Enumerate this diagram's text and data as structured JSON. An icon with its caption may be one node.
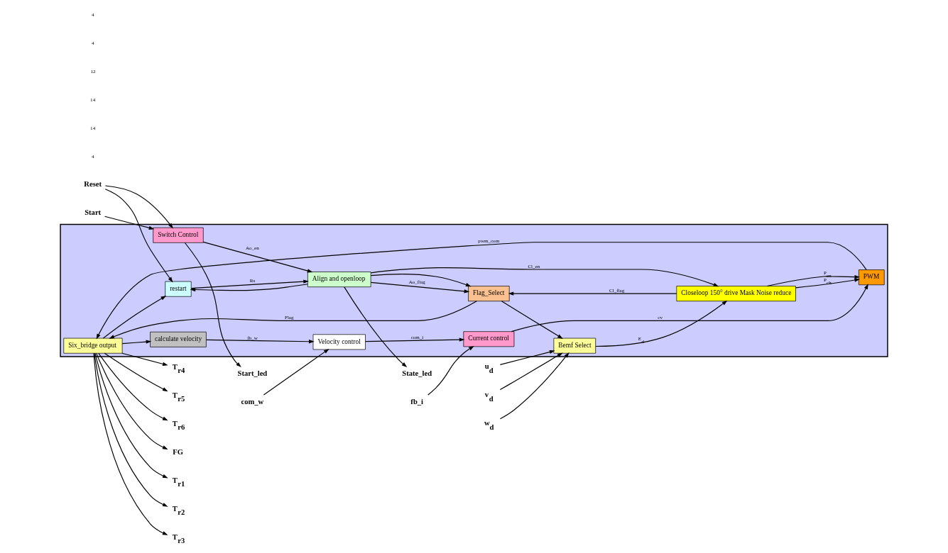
{
  "diagram": {
    "nodes": [
      {
        "text": [],
        "shape": "box"
      },
      {
        "text": [
          "Six_bridge output"
        ],
        "in": 0
      },
      {
        "text": [
          "calculate velocity"
        ],
        "in": 0
      },
      {
        "text": [
          "Velocity control"
        ],
        "in": 0
      },
      {
        "text": [
          "Flag_Select"
        ],
        "in": 0
      },
      {
        "text": [
          "restart"
        ],
        "in": 0
      },
      {
        "text": [
          "PWM"
        ],
        "in": 0
      },
      {
        "text": [
          "Current control"
        ],
        "in": 0
      },
      {
        "text": [
          "Switch Control"
        ],
        "in": 0
      },
      {
        "text": [
          "Align and openloop"
        ],
        "in": 0
      },
      {
        "text": [
          "Closeloop 150° drive Mask Noise reduce"
        ],
        "in": 0
      },
      {
        "text": [
          "Bemf Select"
        ],
        "in": 0
      },
      {
        "text": [
          "FG"
        ]
      },
      {
        "text": [
          "T$_{r1}$"
        ]
      },
      {
        "text": [
          "T$_{r2}$"
        ]
      },
      {
        "text": [
          "T$_{r3}$"
        ]
      },
      {
        "text": [
          "T$_{r4}$"
        ]
      },
      {
        "text": [
          "T$_{r5}$"
        ]
      },
      {
        "text": [
          "T$_{r6}$"
        ]
      },
      {
        "text": [
          "Reset"
        ]
      },
      {
        "text": [
          "Start"
        ]
      },
      {
        "text": [
          "Start_led"
        ]
      },
      {
        "text": [
          "State_led"
        ]
      },
      {
        "text": [
          "com_w"
        ]
      },
      {
        "text": [
          "fb_i"
        ]
      },
      {
        "text": [
          "u$_{d}$"
        ]
      },
      {
        "text": [
          "v$_{d}$"
        ]
      },
      {
        "text": [
          "w$_{d}$"
        ]
      }
    ],
    "edges": [
      {
        "from": 1,
        "to": 12,
        "arrow": "to"
      },
      {
        "from": 1,
        "to": 13,
        "arrow": "to"
      },
      {
        "from": 1,
        "to": 14,
        "arrow": "to"
      },
      {
        "from": 1,
        "to": 15,
        "arrow": "to"
      },
      {
        "from": 1,
        "to": 16,
        "arrow": "to"
      },
      {
        "from": 1,
        "to": 17,
        "arrow": "to"
      },
      {
        "from": 1,
        "to": 18,
        "arrow": "to"
      },
      {
        "from": 1,
        "to": 2,
        "arrow": "to"
      },
      {
        "from": 1,
        "to": 5,
        "arrow": "to"
      },
      {
        "from": 6,
        "to": 1,
        "label": "pwm_com",
        "arrow": "to"
      },
      {
        "from": 4,
        "to": 1,
        "label": "Flag",
        "arrow": "to"
      },
      {
        "from": 4,
        "to": 11,
        "arrow": "to"
      },
      {
        "from": 2,
        "to": 3,
        "label": "fb_w",
        "arrow": "to"
      },
      {
        "from": 23,
        "to": 3,
        "arrow": "to"
      },
      {
        "from": 3,
        "to": 7,
        "label": "com_i",
        "arrow": "to"
      },
      {
        "from": 7,
        "to": 6,
        "label": "cv",
        "arrow": "to"
      },
      {
        "from": 24,
        "to": 7,
        "arrow": "to"
      },
      {
        "from": 19,
        "to": 5,
        "arrow": "to"
      },
      {
        "from": 19,
        "to": 8,
        "arrow": "to"
      },
      {
        "from": 20,
        "to": 8,
        "arrow": "to"
      },
      {
        "from": 5,
        "to": 9,
        "label": "Rs",
        "arrow": "to"
      },
      {
        "from": 8,
        "to": 9,
        "label": "Ao_en",
        "arrow": "to"
      },
      {
        "from": 8,
        "to": 21,
        "arrow": "to"
      },
      {
        "from": 9,
        "to": 4,
        "label": "Ao_flag",
        "arrow": "to"
      },
      {
        "from": 9,
        "to": 10,
        "label": "Cl_en",
        "arrow": "to"
      },
      {
        "from": 9,
        "to": 4,
        "arrow": "to"
      },
      {
        "from": 9,
        "to": 5,
        "arrow": "to"
      },
      {
        "from": 9,
        "to": 22,
        "arrow": "to"
      },
      {
        "from": 10,
        "to": 4,
        "label": "Cl_flag",
        "arrow": "to"
      },
      {
        "from": 10,
        "to": 6,
        "label": "P$_{ch}$",
        "arrow": "to"
      },
      {
        "from": 10,
        "to": 6,
        "label": "P$_{en}$",
        "arrow": "to"
      },
      {
        "from": 11,
        "to": 10,
        "label": "E$_{d}$",
        "arrow": "to"
      },
      {
        "from": 25,
        "to": 11,
        "arrow": "to"
      },
      {
        "from": 26,
        "to": 11,
        "arrow": "to"
      },
      {
        "from": 27,
        "to": 11,
        "arrow": "to"
      }
    ],
    "labels": [
      "4",
      "14",
      "14",
      "12",
      "4",
      "4"
    ]
  }
}
